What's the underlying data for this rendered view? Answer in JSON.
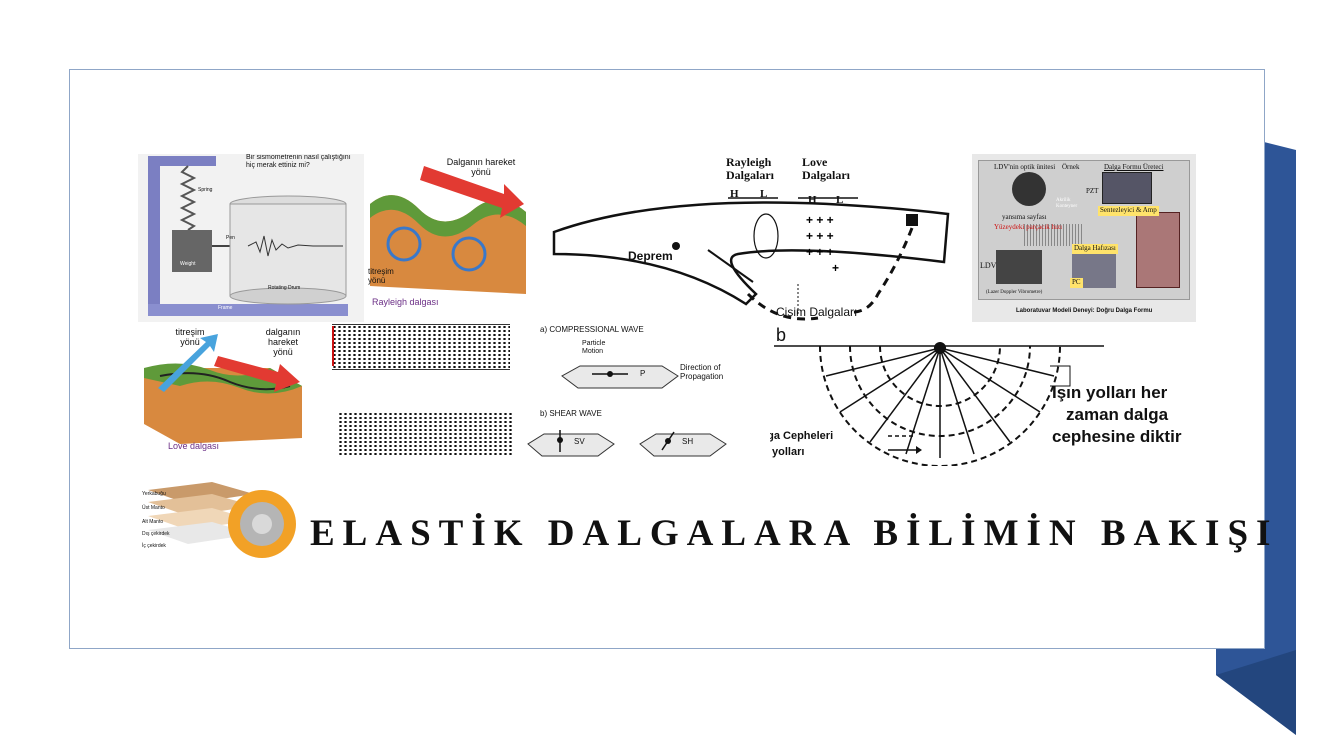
{
  "title": "ELASTİK DALGALARA BİLİMİN BAKIŞI",
  "seismometer": {
    "question": "Bir sismometrenin nasıl çalıştığını hiç merak ettiniz mi?",
    "spring": "Spring",
    "pen": "Pen",
    "weight": "Weight",
    "drum": "Rotating Drum",
    "frame": "Frame"
  },
  "rayleigh_block": {
    "direction": "Dalganın hareket yönü",
    "vibration": "titreşim yönü",
    "name": "Rayleigh dalgası"
  },
  "love_block": {
    "vibration": "titreşim yönü",
    "direction": "dalganın hareket yönü",
    "name": "Love dalgası"
  },
  "surface_diagram": {
    "rayleigh": "Rayleigh Dalgaları",
    "love": "Love Dalgaları",
    "h": "H",
    "l": "L",
    "quake": "Deprem",
    "body": "Cisim Dalgaları"
  },
  "lab": {
    "optics": "LDV'nin optik ünitesi",
    "sample": "Örnek",
    "generator": "Dalga Formu Üreteci",
    "pzt": "PZT",
    "acrylic": "Akrilik Konteyner",
    "reflect": "yansıma sayfası",
    "velocity": "Yüzeydeki parçacık hızı",
    "synth": "Sentezleyici & Amp",
    "ldv": "LDV",
    "memory": "Dalga Hafızası",
    "pc": "PC",
    "vibrometer": "(Lazer Doppler Vibrometre)",
    "caption": "Laboratuvar Modeli Deneyi: Doğru Dalga Formu"
  },
  "waves": {
    "compressional": "a) COMPRESSIONAL WAVE",
    "particle": "Particle Motion",
    "p": "P",
    "direction": "Direction of Propagation",
    "shear": "b) SHEAR WAVE",
    "sv": "SV",
    "sh": "SH"
  },
  "rays": {
    "b": "b",
    "note1": "Işın yolları her",
    "note2": "zaman dalga",
    "note3": "cephesine diktir",
    "fronts": "Dalga Cepheleri",
    "paths": "Işın yolları"
  },
  "earth": {
    "l1": "Yerkabuğu",
    "l2": "Üst Manto",
    "l3": "Alt Manto",
    "l4": "Dış çekirdek",
    "l5": "İç çekirdek"
  },
  "colors": {
    "ribbon": "#2e5597",
    "frame": "#7b7fc2",
    "grass": "#5f9a3a",
    "soil": "#d8893f",
    "arrow": "#e23a32",
    "ring": "#3a78c9"
  }
}
